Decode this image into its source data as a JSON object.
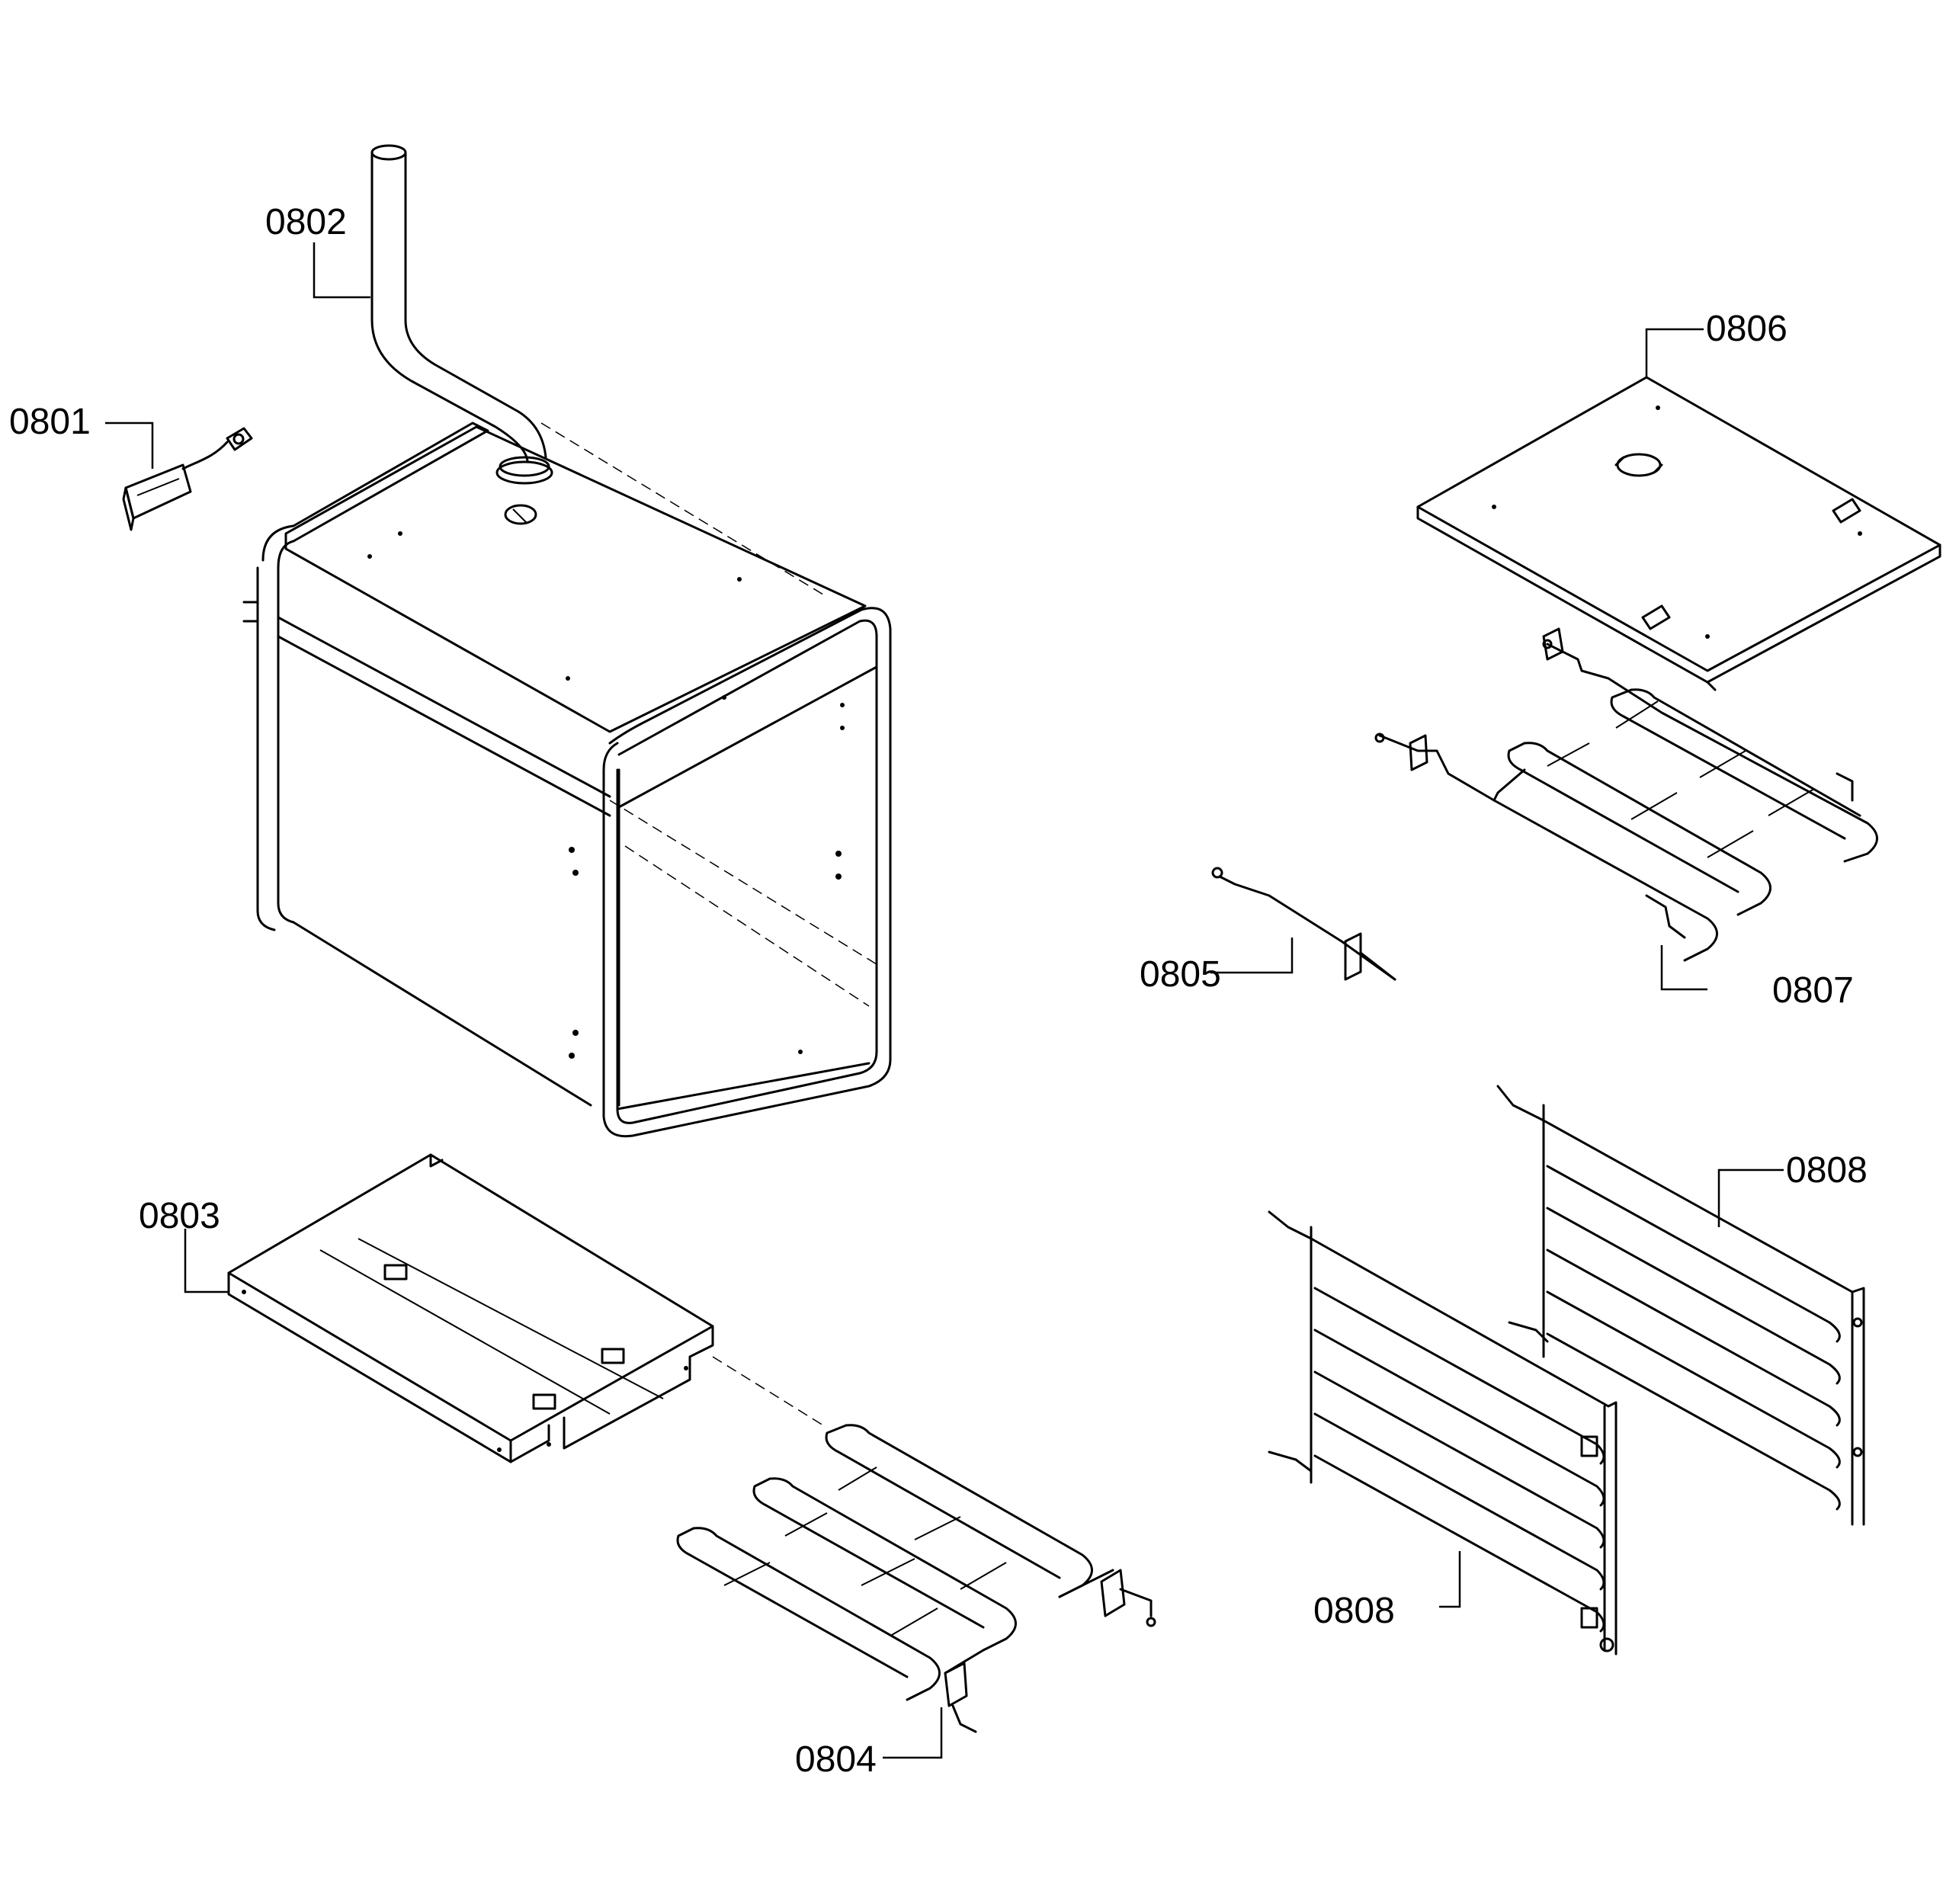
{
  "callouts": [
    {
      "id": "0801",
      "text": "0801"
    },
    {
      "id": "0802",
      "text": "0802"
    },
    {
      "id": "0803",
      "text": "0803"
    },
    {
      "id": "0804",
      "text": "0804"
    },
    {
      "id": "0805",
      "text": "0805"
    },
    {
      "id": "0806",
      "text": "0806"
    },
    {
      "id": "0807",
      "text": "0807"
    },
    {
      "id": "0808a",
      "text": "0808"
    },
    {
      "id": "0808b",
      "text": "0808"
    }
  ]
}
